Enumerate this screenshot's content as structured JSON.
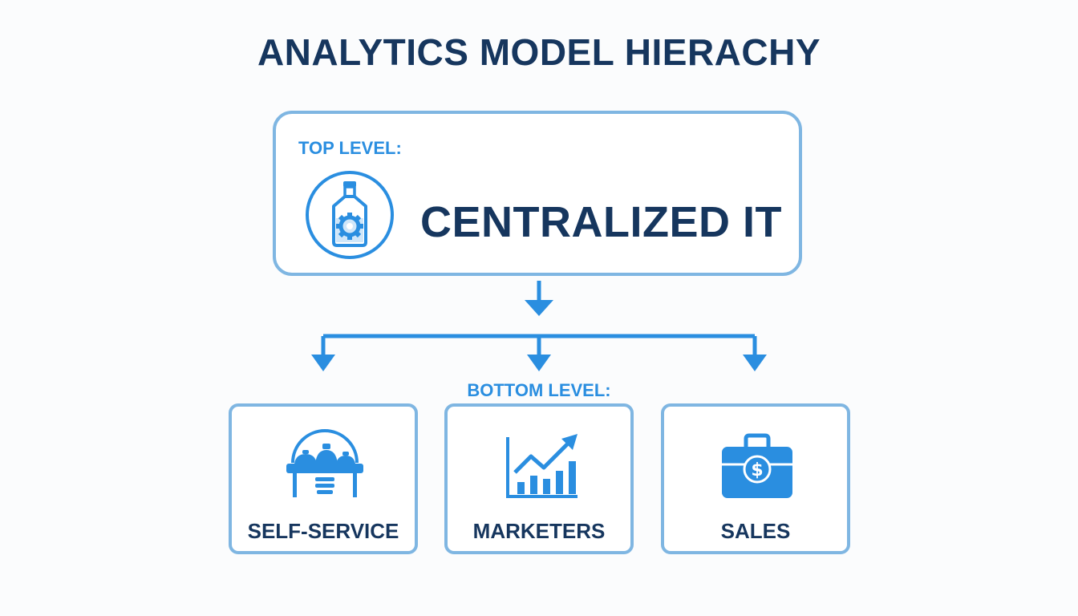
{
  "title": "ANALYTICS MODEL HIERACHY",
  "top": {
    "label": "TOP LEVEL:",
    "name": "CENTRALIZED IT",
    "icon": "bottle-gear-icon"
  },
  "bottom": {
    "label": "BOTTOM LEVEL:",
    "items": [
      {
        "label": "SELF-SERVICE",
        "icon": "buffet-station-icon"
      },
      {
        "label": "MARKETERS",
        "icon": "growth-chart-icon"
      },
      {
        "label": "SALES",
        "icon": "briefcase-dollar-icon"
      }
    ]
  },
  "colors": {
    "accent": "#2a8ee0",
    "border": "#7fb6e2",
    "text": "#16365e"
  }
}
